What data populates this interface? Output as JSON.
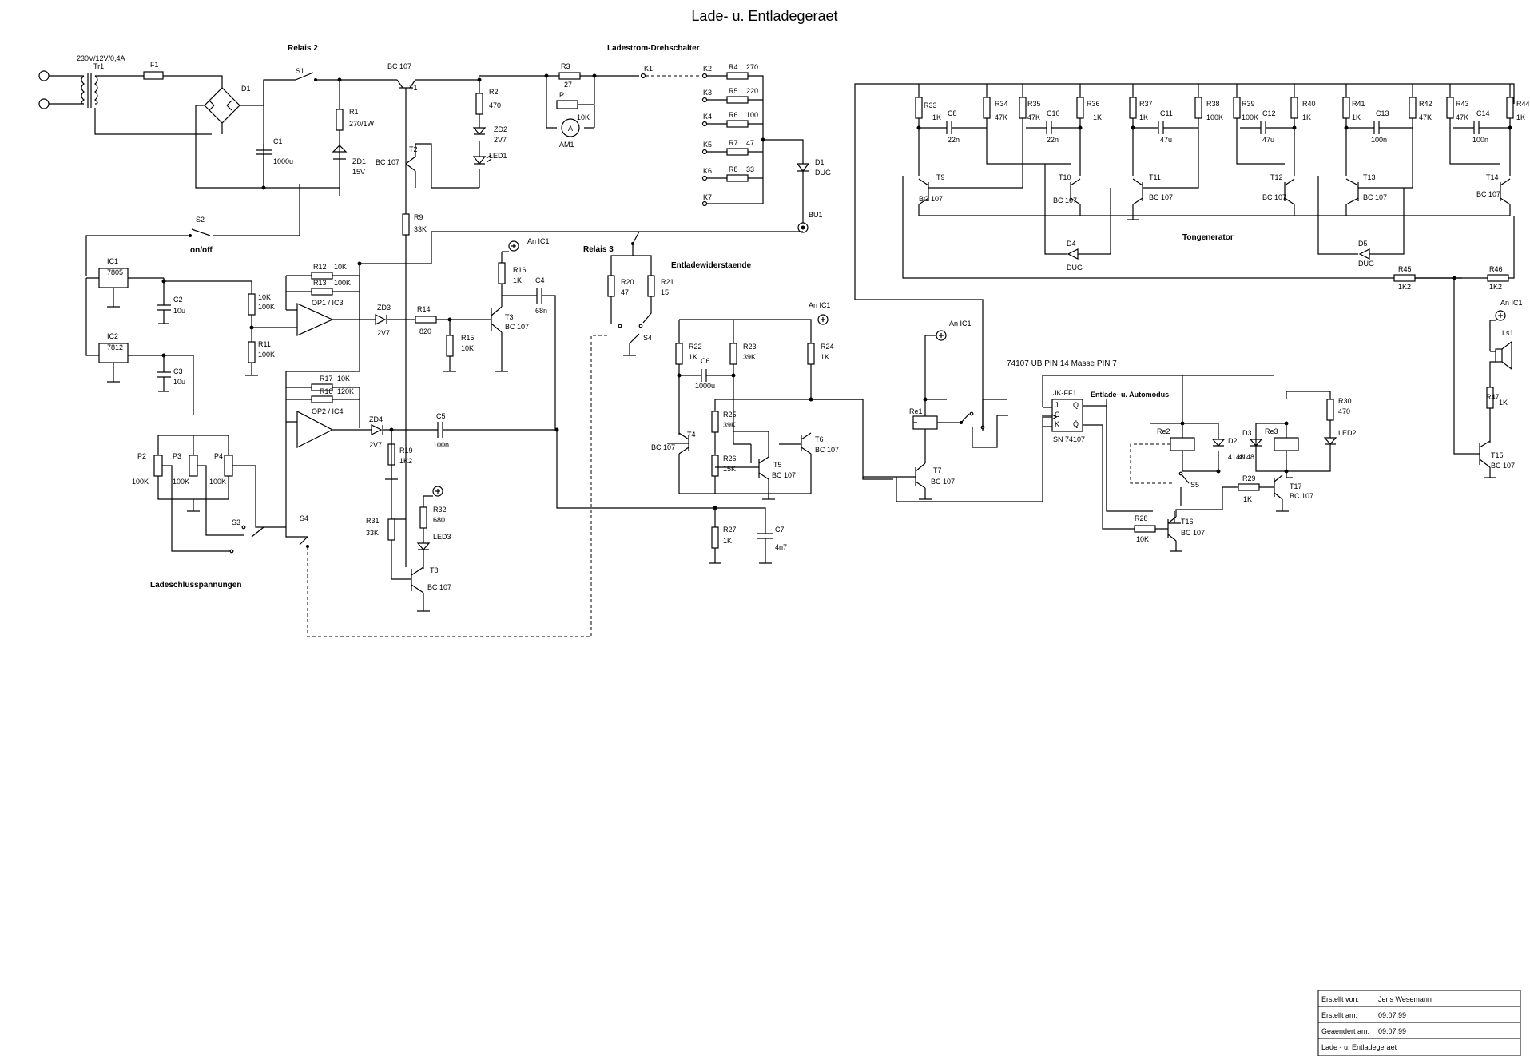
{
  "title": "Lade- u. Entladegeraet",
  "section_labels": {
    "relais2": "Relais 2",
    "ladestrom": "Ladestrom-Drehschalter",
    "relais3": "Relais 3",
    "entlade": "Entladewiderstaende",
    "tongenerator": "Tongenerator",
    "ladeschluss": "Ladeschlusspannungen",
    "modus": "Entlade- u. Automodus"
  },
  "ic_note": "74107  UB PIN 14  Masse  PIN 7",
  "supply": "An IC1",
  "onoff": "on/off",
  "labels": [
    {
      "id": "tr1",
      "text": "Tr1"
    },
    {
      "id": "tr1v",
      "text": "230V/12V/0,4A"
    },
    {
      "id": "f1",
      "text": "F1"
    },
    {
      "id": "d1",
      "text": "D1"
    },
    {
      "id": "c1",
      "text": "C1"
    },
    {
      "id": "c1v",
      "text": "1000u"
    },
    {
      "id": "s1",
      "text": "S1"
    },
    {
      "id": "r1",
      "text": "R1"
    },
    {
      "id": "r1v",
      "text": "270/1W"
    },
    {
      "id": "zd1",
      "text": "ZD1"
    },
    {
      "id": "zd1v",
      "text": "15V"
    },
    {
      "id": "t1t",
      "text": "BC 107"
    },
    {
      "id": "t1",
      "text": "T1"
    },
    {
      "id": "t2",
      "text": "T2"
    },
    {
      "id": "t2t",
      "text": "BC 107"
    },
    {
      "id": "r2",
      "text": "R2"
    },
    {
      "id": "r2v",
      "text": "470"
    },
    {
      "id": "zd2",
      "text": "ZD2"
    },
    {
      "id": "zd2v",
      "text": "2V7"
    },
    {
      "id": "led1",
      "text": "LED1"
    },
    {
      "id": "r3",
      "text": "R3"
    },
    {
      "id": "r3v",
      "text": "27"
    },
    {
      "id": "p1",
      "text": "P1"
    },
    {
      "id": "p1v",
      "text": "10K"
    },
    {
      "id": "am1",
      "text": "AM1"
    },
    {
      "id": "k1",
      "text": "K1"
    },
    {
      "id": "k2",
      "text": "K2"
    },
    {
      "id": "k3",
      "text": "K3"
    },
    {
      "id": "k4",
      "text": "K4"
    },
    {
      "id": "k5",
      "text": "K5"
    },
    {
      "id": "k6",
      "text": "K6"
    },
    {
      "id": "k7",
      "text": "K7"
    },
    {
      "id": "r4",
      "text": "R4"
    },
    {
      "id": "r4v",
      "text": "270"
    },
    {
      "id": "r5",
      "text": "R5"
    },
    {
      "id": "r5v",
      "text": "220"
    },
    {
      "id": "r6",
      "text": "R6"
    },
    {
      "id": "r6v",
      "text": "100"
    },
    {
      "id": "r7",
      "text": "R7"
    },
    {
      "id": "r7v",
      "text": "47"
    },
    {
      "id": "r8",
      "text": "R8"
    },
    {
      "id": "r8v",
      "text": "33"
    },
    {
      "id": "d1b",
      "text": "D1"
    },
    {
      "id": "d1bv",
      "text": "DUG"
    },
    {
      "id": "bu1",
      "text": "BU1"
    },
    {
      "id": "s2",
      "text": "S2"
    },
    {
      "id": "r9",
      "text": "R9"
    },
    {
      "id": "r9v",
      "text": "33K"
    },
    {
      "id": "ic1",
      "text": "IC1"
    },
    {
      "id": "ic1v",
      "text": "7805"
    },
    {
      "id": "ic2",
      "text": "IC2"
    },
    {
      "id": "ic2v",
      "text": "7812"
    },
    {
      "id": "c2",
      "text": "C2"
    },
    {
      "id": "c2v",
      "text": "10u"
    },
    {
      "id": "c3",
      "text": "C3"
    },
    {
      "id": "c3v",
      "text": "10u"
    },
    {
      "id": "r10",
      "text": "10K"
    },
    {
      "id": "r10v",
      "text": "100K"
    },
    {
      "id": "r11",
      "text": "R11"
    },
    {
      "id": "r11v",
      "text": "100K"
    },
    {
      "id": "r12",
      "text": "R12"
    },
    {
      "id": "r12v",
      "text": "10K"
    },
    {
      "id": "r13",
      "text": "R13"
    },
    {
      "id": "r13v",
      "text": "100K"
    },
    {
      "id": "op1",
      "text": "OP1 / IC3"
    },
    {
      "id": "zd3",
      "text": "ZD3"
    },
    {
      "id": "zd3v",
      "text": "2V7"
    },
    {
      "id": "r14",
      "text": "R14"
    },
    {
      "id": "r14v",
      "text": "820"
    },
    {
      "id": "r15",
      "text": "R15"
    },
    {
      "id": "r15v",
      "text": "10K"
    },
    {
      "id": "r16",
      "text": "R16"
    },
    {
      "id": "r16v",
      "text": "1K"
    },
    {
      "id": "t3",
      "text": "T3"
    },
    {
      "id": "t3t",
      "text": "BC 107"
    },
    {
      "id": "c4",
      "text": "C4"
    },
    {
      "id": "c4v",
      "text": "68n"
    },
    {
      "id": "r20",
      "text": "R20"
    },
    {
      "id": "r20v",
      "text": "47"
    },
    {
      "id": "r21",
      "text": "R21"
    },
    {
      "id": "r21v",
      "text": "15"
    },
    {
      "id": "s4a",
      "text": "S4"
    },
    {
      "id": "r17",
      "text": "R17"
    },
    {
      "id": "r17v",
      "text": "10K"
    },
    {
      "id": "r18",
      "text": "R18"
    },
    {
      "id": "r18v",
      "text": "120K"
    },
    {
      "id": "op2",
      "text": "OP2 / IC4"
    },
    {
      "id": "zd4",
      "text": "ZD4"
    },
    {
      "id": "zd4v",
      "text": "2V7"
    },
    {
      "id": "c5",
      "text": "C5"
    },
    {
      "id": "c5v",
      "text": "100n"
    },
    {
      "id": "r19",
      "text": "R19"
    },
    {
      "id": "r19v",
      "text": "1K2"
    },
    {
      "id": "r32",
      "text": "R32"
    },
    {
      "id": "r32v",
      "text": "680"
    },
    {
      "id": "led3",
      "text": "LED3"
    },
    {
      "id": "r31",
      "text": "R31"
    },
    {
      "id": "r31v",
      "text": "33K"
    },
    {
      "id": "t8",
      "text": "T8"
    },
    {
      "id": "t8t",
      "text": "BC 107"
    },
    {
      "id": "p2",
      "text": "P2"
    },
    {
      "id": "p2v",
      "text": "100K"
    },
    {
      "id": "p3",
      "text": "P3"
    },
    {
      "id": "p3v",
      "text": "100K"
    },
    {
      "id": "p4",
      "text": "P4"
    },
    {
      "id": "p4v",
      "text": "100K"
    },
    {
      "id": "s3",
      "text": "S3"
    },
    {
      "id": "s4b",
      "text": "S4"
    },
    {
      "id": "r22",
      "text": "R22"
    },
    {
      "id": "r22v",
      "text": "1K"
    },
    {
      "id": "c6",
      "text": "C6"
    },
    {
      "id": "c6v",
      "text": "1000u"
    },
    {
      "id": "r23",
      "text": "R23"
    },
    {
      "id": "r23v",
      "text": "39K"
    },
    {
      "id": "r24",
      "text": "R24"
    },
    {
      "id": "r24v",
      "text": "1K"
    },
    {
      "id": "r25",
      "text": "R25"
    },
    {
      "id": "r25v",
      "text": "39K"
    },
    {
      "id": "r26",
      "text": "R26"
    },
    {
      "id": "r26v",
      "text": "15K"
    },
    {
      "id": "t4",
      "text": "T4"
    },
    {
      "id": "t4t",
      "text": "BC 107"
    },
    {
      "id": "t5",
      "text": "T5"
    },
    {
      "id": "t5t",
      "text": "BC 107"
    },
    {
      "id": "t6",
      "text": "T6"
    },
    {
      "id": "t6t",
      "text": "BC 107"
    },
    {
      "id": "r27",
      "text": "R27"
    },
    {
      "id": "r27v",
      "text": "1K"
    },
    {
      "id": "c7",
      "text": "C7"
    },
    {
      "id": "c7v",
      "text": "4n7"
    },
    {
      "id": "re1",
      "text": "Re1"
    },
    {
      "id": "t7",
      "text": "T7"
    },
    {
      "id": "t7t",
      "text": "BC 107"
    },
    {
      "id": "jk",
      "text": "JK-FF1"
    },
    {
      "id": "jkt",
      "text": "SN 74107"
    },
    {
      "id": "jkj",
      "text": "J"
    },
    {
      "id": "jkc",
      "text": "C"
    },
    {
      "id": "jkk",
      "text": "K"
    },
    {
      "id": "jkq",
      "text": "Q"
    },
    {
      "id": "jkqb",
      "text": "Q̄"
    },
    {
      "id": "re2",
      "text": "Re2"
    },
    {
      "id": "d2",
      "text": "D2"
    },
    {
      "id": "d2v",
      "text": "4148"
    },
    {
      "id": "d3",
      "text": "D3"
    },
    {
      "id": "d3v",
      "text": "4148"
    },
    {
      "id": "re3",
      "text": "Re3"
    },
    {
      "id": "r30",
      "text": "R30"
    },
    {
      "id": "r30v",
      "text": "470"
    },
    {
      "id": "led2",
      "text": "LED2"
    },
    {
      "id": "s5",
      "text": "S5"
    },
    {
      "id": "r29",
      "text": "R29"
    },
    {
      "id": "r29v",
      "text": "1K"
    },
    {
      "id": "t17",
      "text": "T17"
    },
    {
      "id": "t17t",
      "text": "BC 107"
    },
    {
      "id": "r28",
      "text": "R28"
    },
    {
      "id": "r28v",
      "text": "10K"
    },
    {
      "id": "t16",
      "text": "T16"
    },
    {
      "id": "t16t",
      "text": "BC 107"
    },
    {
      "id": "r33",
      "text": "R33"
    },
    {
      "id": "r33v",
      "text": "1K"
    },
    {
      "id": "c8",
      "text": "C8"
    },
    {
      "id": "c8v",
      "text": "22n"
    },
    {
      "id": "r34",
      "text": "R34"
    },
    {
      "id": "r34v",
      "text": "47K"
    },
    {
      "id": "r35",
      "text": "R35"
    },
    {
      "id": "r35v",
      "text": "47K"
    },
    {
      "id": "c10",
      "text": "C10"
    },
    {
      "id": "c10v",
      "text": "22n"
    },
    {
      "id": "r36",
      "text": "R36"
    },
    {
      "id": "r36v",
      "text": "1K"
    },
    {
      "id": "r37",
      "text": "R37"
    },
    {
      "id": "r37v",
      "text": "1K"
    },
    {
      "id": "c11",
      "text": "C11"
    },
    {
      "id": "c11v",
      "text": "47u"
    },
    {
      "id": "r38",
      "text": "R38"
    },
    {
      "id": "r38v",
      "text": "100K"
    },
    {
      "id": "r39",
      "text": "R39"
    },
    {
      "id": "r39v",
      "text": "100K"
    },
    {
      "id": "c12",
      "text": "C12"
    },
    {
      "id": "c12v",
      "text": "47u"
    },
    {
      "id": "r40",
      "text": "R40"
    },
    {
      "id": "r40v",
      "text": "1K"
    },
    {
      "id": "r41",
      "text": "R41"
    },
    {
      "id": "r41v",
      "text": "1K"
    },
    {
      "id": "c13",
      "text": "C13"
    },
    {
      "id": "c13v",
      "text": "100n"
    },
    {
      "id": "r42",
      "text": "R42"
    },
    {
      "id": "r42v",
      "text": "47K"
    },
    {
      "id": "r43",
      "text": "R43"
    },
    {
      "id": "r43v",
      "text": "47K"
    },
    {
      "id": "c14",
      "text": "C14"
    },
    {
      "id": "c14v",
      "text": "100n"
    },
    {
      "id": "r44",
      "text": "R44"
    },
    {
      "id": "r44v",
      "text": "1K"
    },
    {
      "id": "t9",
      "text": "T9"
    },
    {
      "id": "t9t",
      "text": "BC 107"
    },
    {
      "id": "t10",
      "text": "T10"
    },
    {
      "id": "t10t",
      "text": "BC 107"
    },
    {
      "id": "t11",
      "text": "T11"
    },
    {
      "id": "t11t",
      "text": "BC 107"
    },
    {
      "id": "t12",
      "text": "T12"
    },
    {
      "id": "t12t",
      "text": "BC 107"
    },
    {
      "id": "t13",
      "text": "T13"
    },
    {
      "id": "t13t",
      "text": "BC 107"
    },
    {
      "id": "t14",
      "text": "T14"
    },
    {
      "id": "t14t",
      "text": "BC 107"
    },
    {
      "id": "d4",
      "text": "D4"
    },
    {
      "id": "d4v",
      "text": "DUG"
    },
    {
      "id": "d5",
      "text": "D5"
    },
    {
      "id": "d5v",
      "text": "DUG"
    },
    {
      "id": "r45",
      "text": "R45"
    },
    {
      "id": "r45v",
      "text": "1K2"
    },
    {
      "id": "r46",
      "text": "R46"
    },
    {
      "id": "r46v",
      "text": "1K2"
    },
    {
      "id": "ls1",
      "text": "Ls1"
    },
    {
      "id": "r47",
      "text": "R47"
    },
    {
      "id": "r47v",
      "text": "1K"
    },
    {
      "id": "t15",
      "text": "T15"
    },
    {
      "id": "t15t",
      "text": "BC 107"
    }
  ],
  "titleblock": {
    "rows": [
      {
        "label": "Erstellt von:",
        "value": "Jens Wesemann"
      },
      {
        "label": "Erstellt am:",
        "value": "09.07.99"
      },
      {
        "label": "Geaendert am:",
        "value": "09.07.99"
      },
      {
        "label": "Lade - u. Entladegeraet",
        "value": ""
      }
    ]
  }
}
